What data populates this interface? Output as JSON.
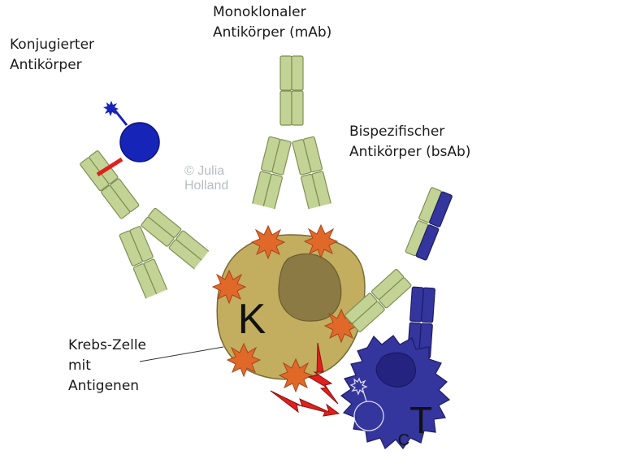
{
  "labels": {
    "conjugated_antibody": [
      "Konjugierter",
      "Antikörper"
    ],
    "monoclonal_antibody": [
      "Monoklonaler",
      "Antikörper (mAb)"
    ],
    "bispecific_antibody": [
      "Bispezifischer",
      "Antikörper (bsAb)"
    ],
    "cancer_cell": [
      "Krebs-Zelle",
      "mit",
      "Antigenen"
    ]
  },
  "copyright": [
    "© Julia",
    "Holland"
  ],
  "cell_letters": {
    "cancer_cell": "K",
    "t_cell_main": "T",
    "t_cell_sub": "C"
  },
  "colors": {
    "antibody_green": "#c3d395",
    "antibody_green_stroke": "#7f8f55",
    "antibody_blue": "#35359e",
    "antibody_blue_stroke": "#1c1c66",
    "cancer_cell_fill": "#c2ae5e",
    "cancer_cell_nucleus": "#8b7a44",
    "antigen_orange": "#e0692a",
    "t_cell_fill": "#35359e",
    "t_cell_nucleus": "#242480",
    "drug_blue": "#1624b8",
    "linker_red": "#e0201c",
    "lightning_red": "#e0201c"
  },
  "icons": [
    "antibody-icon",
    "antigen-star-icon",
    "drug-payload-icon",
    "lightning-icon"
  ]
}
